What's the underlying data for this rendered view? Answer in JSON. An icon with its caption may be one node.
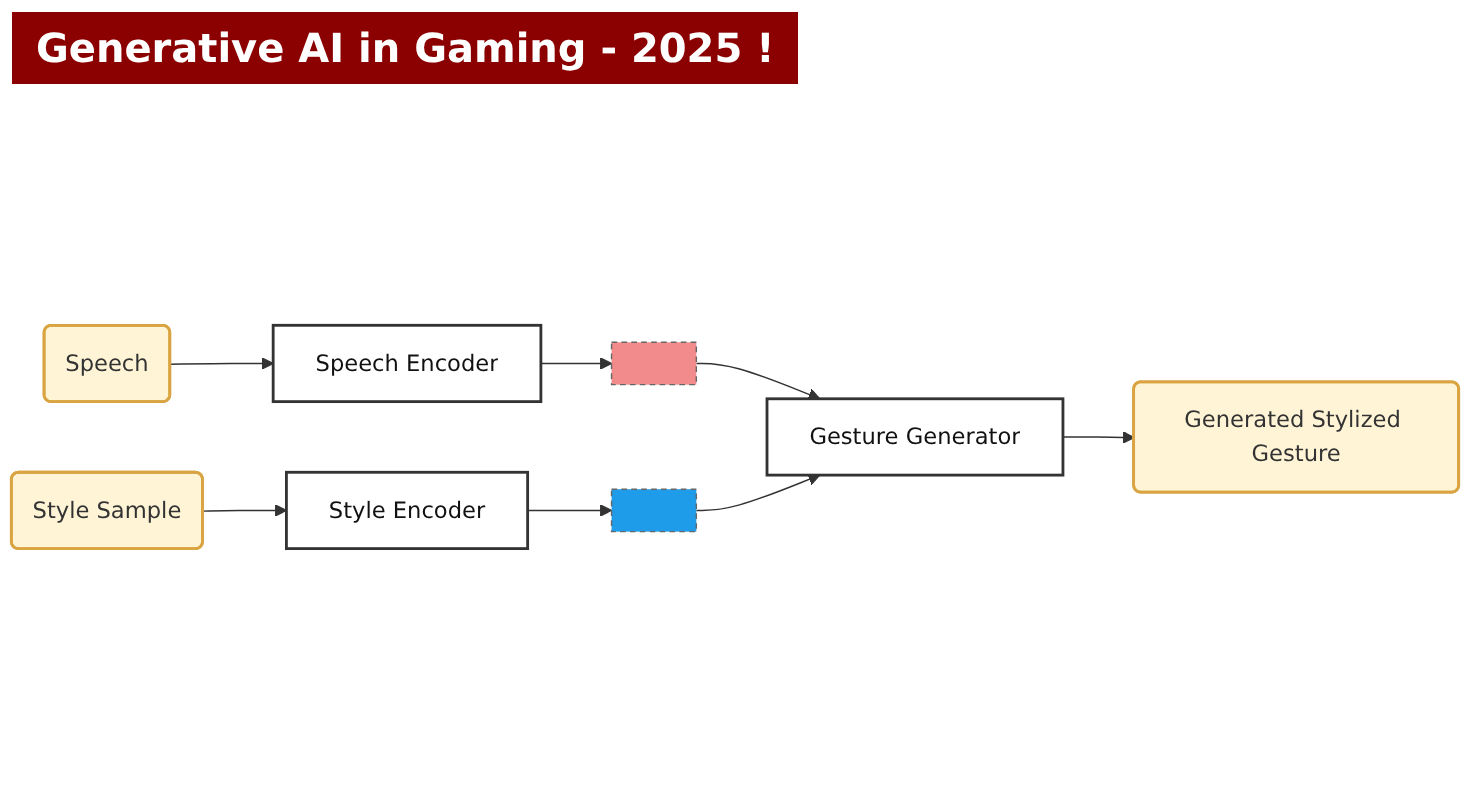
{
  "diagram": {
    "title": "Generative AI in Gaming - 2025 !",
    "nodes": [
      {
        "text": [
          "Speech"
        ]
      },
      {
        "text": [
          "Speech Encoder"
        ]
      },
      {
        "text": [],
        "shape": "box"
      },
      {
        "text": [
          "Style Sample"
        ]
      },
      {
        "text": [
          "Style Encoder"
        ]
      },
      {
        "text": [],
        "shape": "box"
      },
      {
        "text": [
          "Gesture Generator"
        ]
      },
      {
        "text": [
          "Generated Stylized Gesture"
        ]
      }
    ],
    "edges": [
      {
        "from": 0,
        "to": 1,
        "arrow": "to"
      },
      {
        "from": 1,
        "to": 2,
        "arrow": "to"
      },
      {
        "from": 2,
        "to": 6,
        "arrow": "to"
      },
      {
        "from": 3,
        "to": 4,
        "arrow": "to"
      },
      {
        "from": 4,
        "to": 5,
        "arrow": "to"
      },
      {
        "from": 5,
        "to": 6,
        "arrow": "to"
      },
      {
        "from": 6,
        "to": 7,
        "arrow": "to"
      }
    ]
  }
}
